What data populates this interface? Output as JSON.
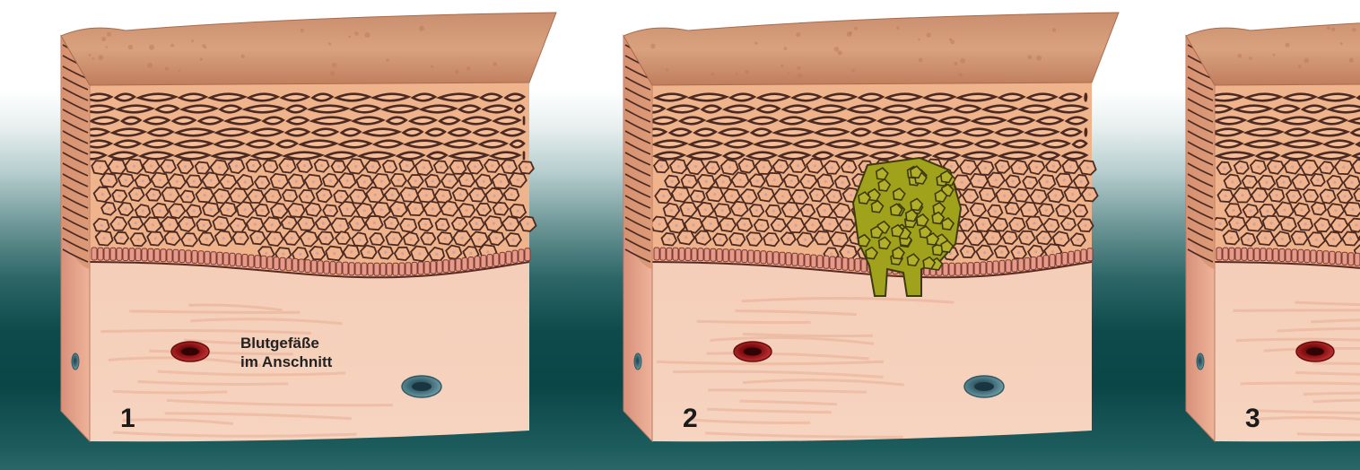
{
  "panels": [
    {
      "number": "1",
      "lesion": false,
      "vessel_label": "Blutgefäße",
      "vessel_label_line2": "im Anschnitt"
    },
    {
      "number": "2",
      "lesion": true
    },
    {
      "number": "3",
      "lesion": false
    }
  ],
  "colors": {
    "surface": "#c58a68",
    "stratum": "#f0b48c",
    "cell_outline": "#4a2a22",
    "basal_cells": "#e89a88",
    "dermis": "#f2c4ac",
    "artery": "#a0181a",
    "vein": "#4b7f8c",
    "lesion": "#a0a21c",
    "background_dark": "#0b4647"
  }
}
